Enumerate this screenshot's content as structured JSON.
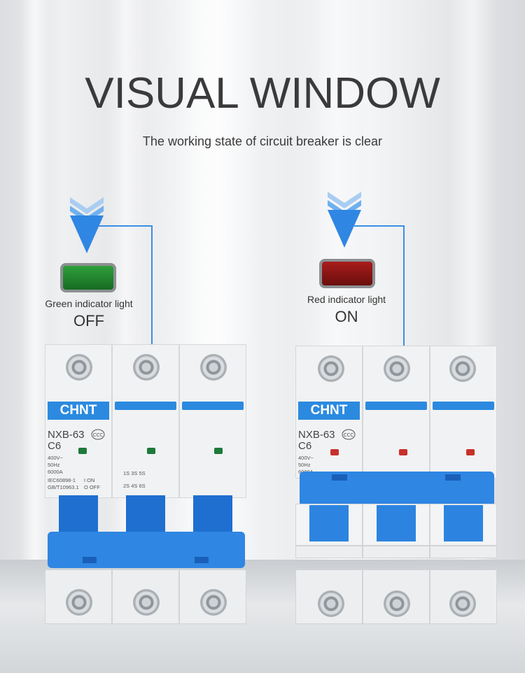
{
  "header": {
    "title": "VISUAL WINDOW",
    "subtitle": "The working state of circuit breaker is clear"
  },
  "states": [
    {
      "indicator_label": "Green indicator light",
      "state": "OFF",
      "color": "#1e8a2c"
    },
    {
      "indicator_label": "Red indicator light",
      "state": "ON",
      "color": "#8e1514"
    }
  ],
  "breaker": {
    "brand": "CHNT",
    "model": "NXB-63",
    "rating": "C6",
    "voltage": "400V~",
    "frequency": "50Hz",
    "capacity": "6000A",
    "standard_1": "IEC60898-1",
    "standard_2": "GB/T10963.1",
    "on_label": "ON",
    "off_label": "OFF",
    "terminals_top": "1S 3S 5S",
    "terminals_bottom": "2S 4S 6S"
  },
  "colors": {
    "accent": "#2b8ae0",
    "leader_line": "#3a8fe6",
    "arrow": "#2f86e3"
  },
  "icons": [
    "down-arrow-icon",
    "cert-mark-icon",
    "screw-icon"
  ]
}
